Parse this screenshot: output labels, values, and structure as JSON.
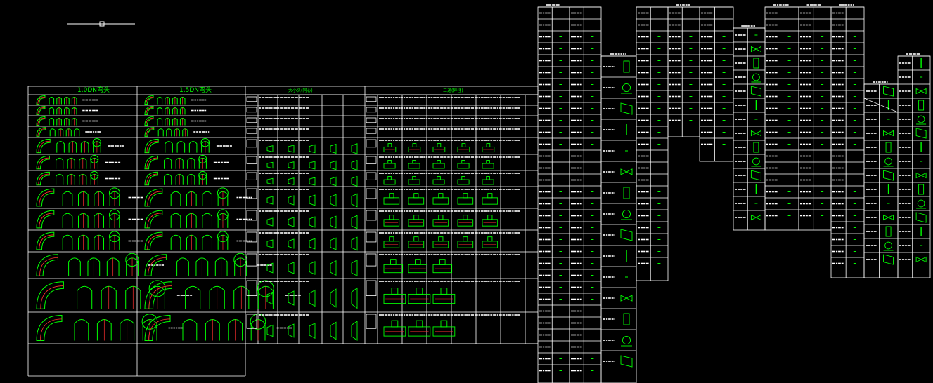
{
  "drawing": {
    "background": "#000000",
    "line_color": "#ffffff",
    "symbol_color": "#00ff00",
    "accent_color": "#ff3030"
  },
  "headers": {
    "col1": "1.0DN弯头",
    "col2": "1.5DN弯头",
    "col3": "大小头(同心)",
    "col4": "三通(异径)"
  },
  "slider_icon": "slider-handle-icon"
}
